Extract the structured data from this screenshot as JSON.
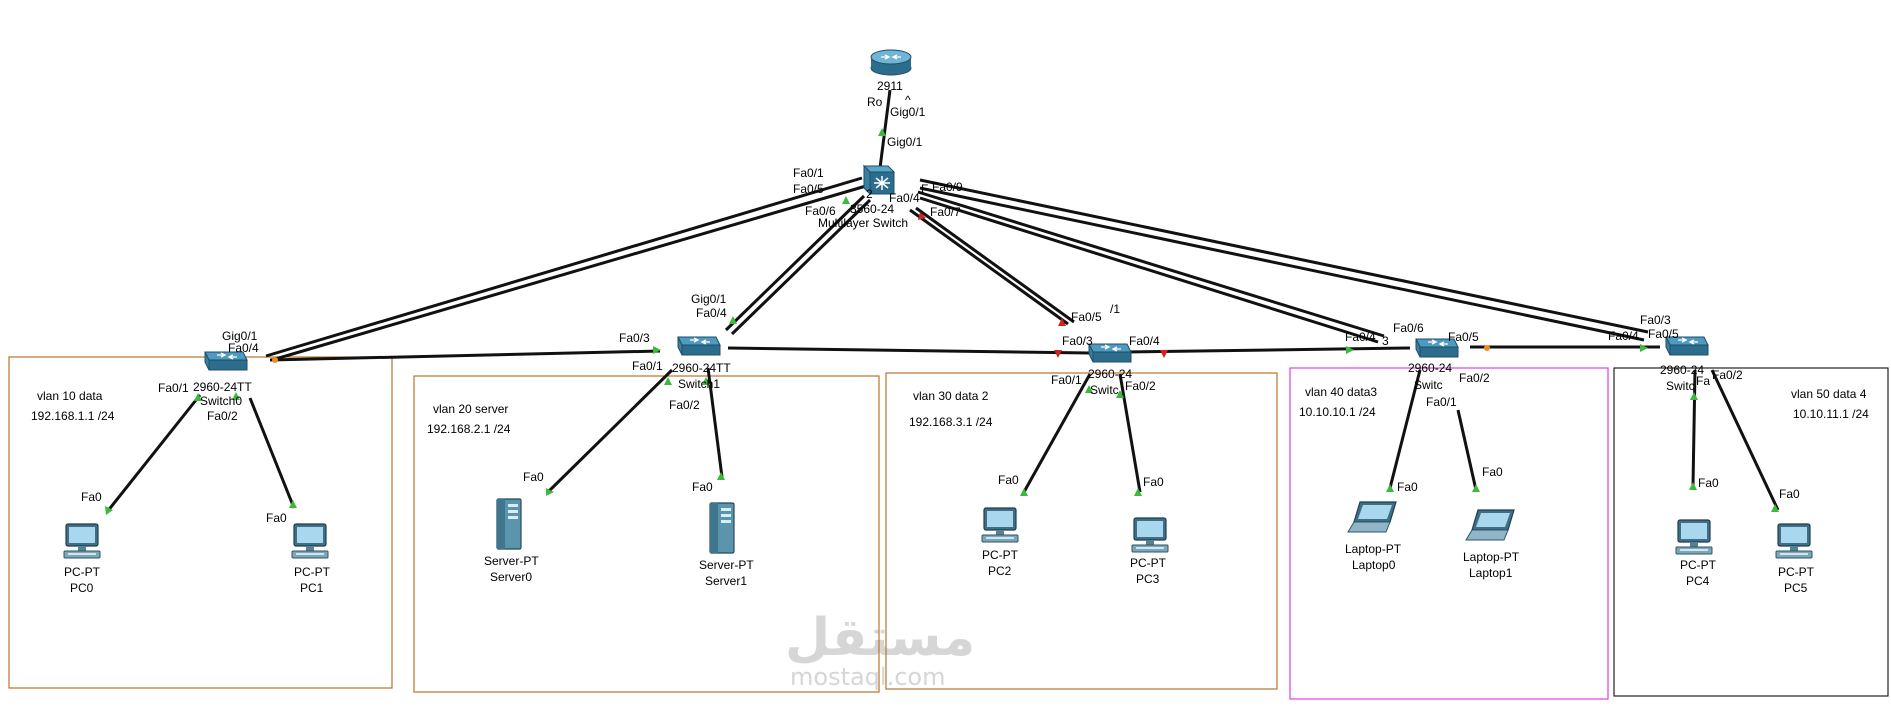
{
  "colors": {
    "cable": "#111111",
    "link_up": "#3cb83c",
    "link_down": "#d42020",
    "link_orange": "#f08a1f",
    "area_brown": "#b8742a",
    "area_magenta": "#e040e0",
    "area_black": "#222222",
    "device_blue": "#2f7fa5"
  },
  "devices": {
    "router": {
      "model": "2911",
      "name": "Ro",
      "name_suffix": "^",
      "icon": "router-icon"
    },
    "mls": {
      "model": "3560-24",
      "name": "Multilayer Switch",
      "icon": "multilayer-switch-icon"
    },
    "switch0": {
      "model": "2960-24TT",
      "name": "Switch0",
      "icon": "switch-icon"
    },
    "switch1": {
      "model": "2960-24TT",
      "name": "Switch1",
      "icon": "switch-icon"
    },
    "switch2": {
      "model": "2960-24",
      "name": "Switc",
      "icon": "switch-icon"
    },
    "switch3": {
      "model": "2960-24",
      "name": "Switc",
      "icon": "switch-icon"
    },
    "switch4": {
      "model": "2960-24",
      "name": "Switc",
      "icon": "switch-icon"
    },
    "pc0": {
      "model": "PC-PT",
      "name": "PC0",
      "icon": "pc-icon"
    },
    "pc1": {
      "model": "PC-PT",
      "name": "PC1",
      "icon": "pc-icon"
    },
    "server0": {
      "model": "Server-PT",
      "name": "Server0",
      "icon": "server-icon"
    },
    "server1": {
      "model": "Server-PT",
      "name": "Server1",
      "icon": "server-icon"
    },
    "pc2": {
      "model": "PC-PT",
      "name": "PC2",
      "icon": "pc-icon"
    },
    "pc3": {
      "model": "PC-PT",
      "name": "PC3",
      "icon": "pc-icon"
    },
    "laptop0": {
      "model": "Laptop-PT",
      "name": "Laptop0",
      "icon": "laptop-icon"
    },
    "laptop1": {
      "model": "Laptop-PT",
      "name": "Laptop1",
      "icon": "laptop-icon"
    },
    "pc4": {
      "model": "PC-PT",
      "name": "PC4",
      "icon": "pc-icon"
    },
    "pc5": {
      "model": "PC-PT",
      "name": "PC5",
      "icon": "pc-icon"
    }
  },
  "ports": {
    "router_gig01": "Gig0/1",
    "mls_gig01": "Gig0/1",
    "mls_fa01": "Fa0/1",
    "mls_fa05": "Fa0/5",
    "mls_fa06": "Fa0/6",
    "mls_2": "2",
    "mls_fa04": "Fa0/4",
    "mls_fa09": "Fa0/9",
    "mls_fa07": "Fa0/7",
    "mls_f": "F",
    "sw0_gig01": "Gig0/1",
    "sw0_fa04": "Fa0/4",
    "sw0_fa01": "Fa0/1",
    "sw0_fa02": "Fa0/2",
    "sw1_gig01": "Gig0/1",
    "sw1_fa04": "Fa0/4",
    "sw1_fa03": "Fa0/3",
    "sw1_fa01": "Fa0/1",
    "sw1_fa02": "Fa0/2",
    "sw2_fa05": "Fa0/5",
    "sw2_one": "/1",
    "sw2_fa03": "Fa0/3",
    "sw2_fa04": "Fa0/4",
    "sw2_fa01": "Fa0/1",
    "sw2_fa02": "Fa0/2",
    "sw3_fa04": "Fa0/4",
    "sw3_three": "3",
    "sw3_fa06": "Fa0/6",
    "sw3_fa05": "Fa0/5",
    "sw3_fa01": "Fa0/1",
    "sw3_fa02": "Fa0/2",
    "sw4_fa03": "Fa0/3",
    "sw4_fa04": "Fa0/4",
    "sw4_fa05": "Fa0/5",
    "sw4_fa": "Fa",
    "sw4_fa02": "Fa0/2",
    "pc0_fa0": "Fa0",
    "pc1_fa0": "Fa0",
    "server0_fa0": "Fa0",
    "server1_fa0": "Fa0",
    "pc2_fa0": "Fa0",
    "pc3_fa0": "Fa0",
    "laptop0_fa0": "Fa0",
    "laptop1_fa0": "Fa0",
    "pc4_fa0": "Fa0",
    "pc5_fa0": "Fa0"
  },
  "areas": {
    "vlan10": {
      "title": "vlan 10 data",
      "subnet": "192.168.1.1 /24"
    },
    "vlan20": {
      "title": "vlan 20 server",
      "subnet": "192.168.2.1 /24"
    },
    "vlan30": {
      "title": "vlan 30 data 2",
      "subnet": "192.168.3.1 /24"
    },
    "vlan40": {
      "title": "vlan 40 data3",
      "subnet": "10.10.10.1 /24"
    },
    "vlan50": {
      "title": "vlan 50 data 4",
      "subnet": "10.10.11.1 /24"
    }
  },
  "watermark": {
    "arabic": "مستقل",
    "latin": "mostaql.com"
  }
}
